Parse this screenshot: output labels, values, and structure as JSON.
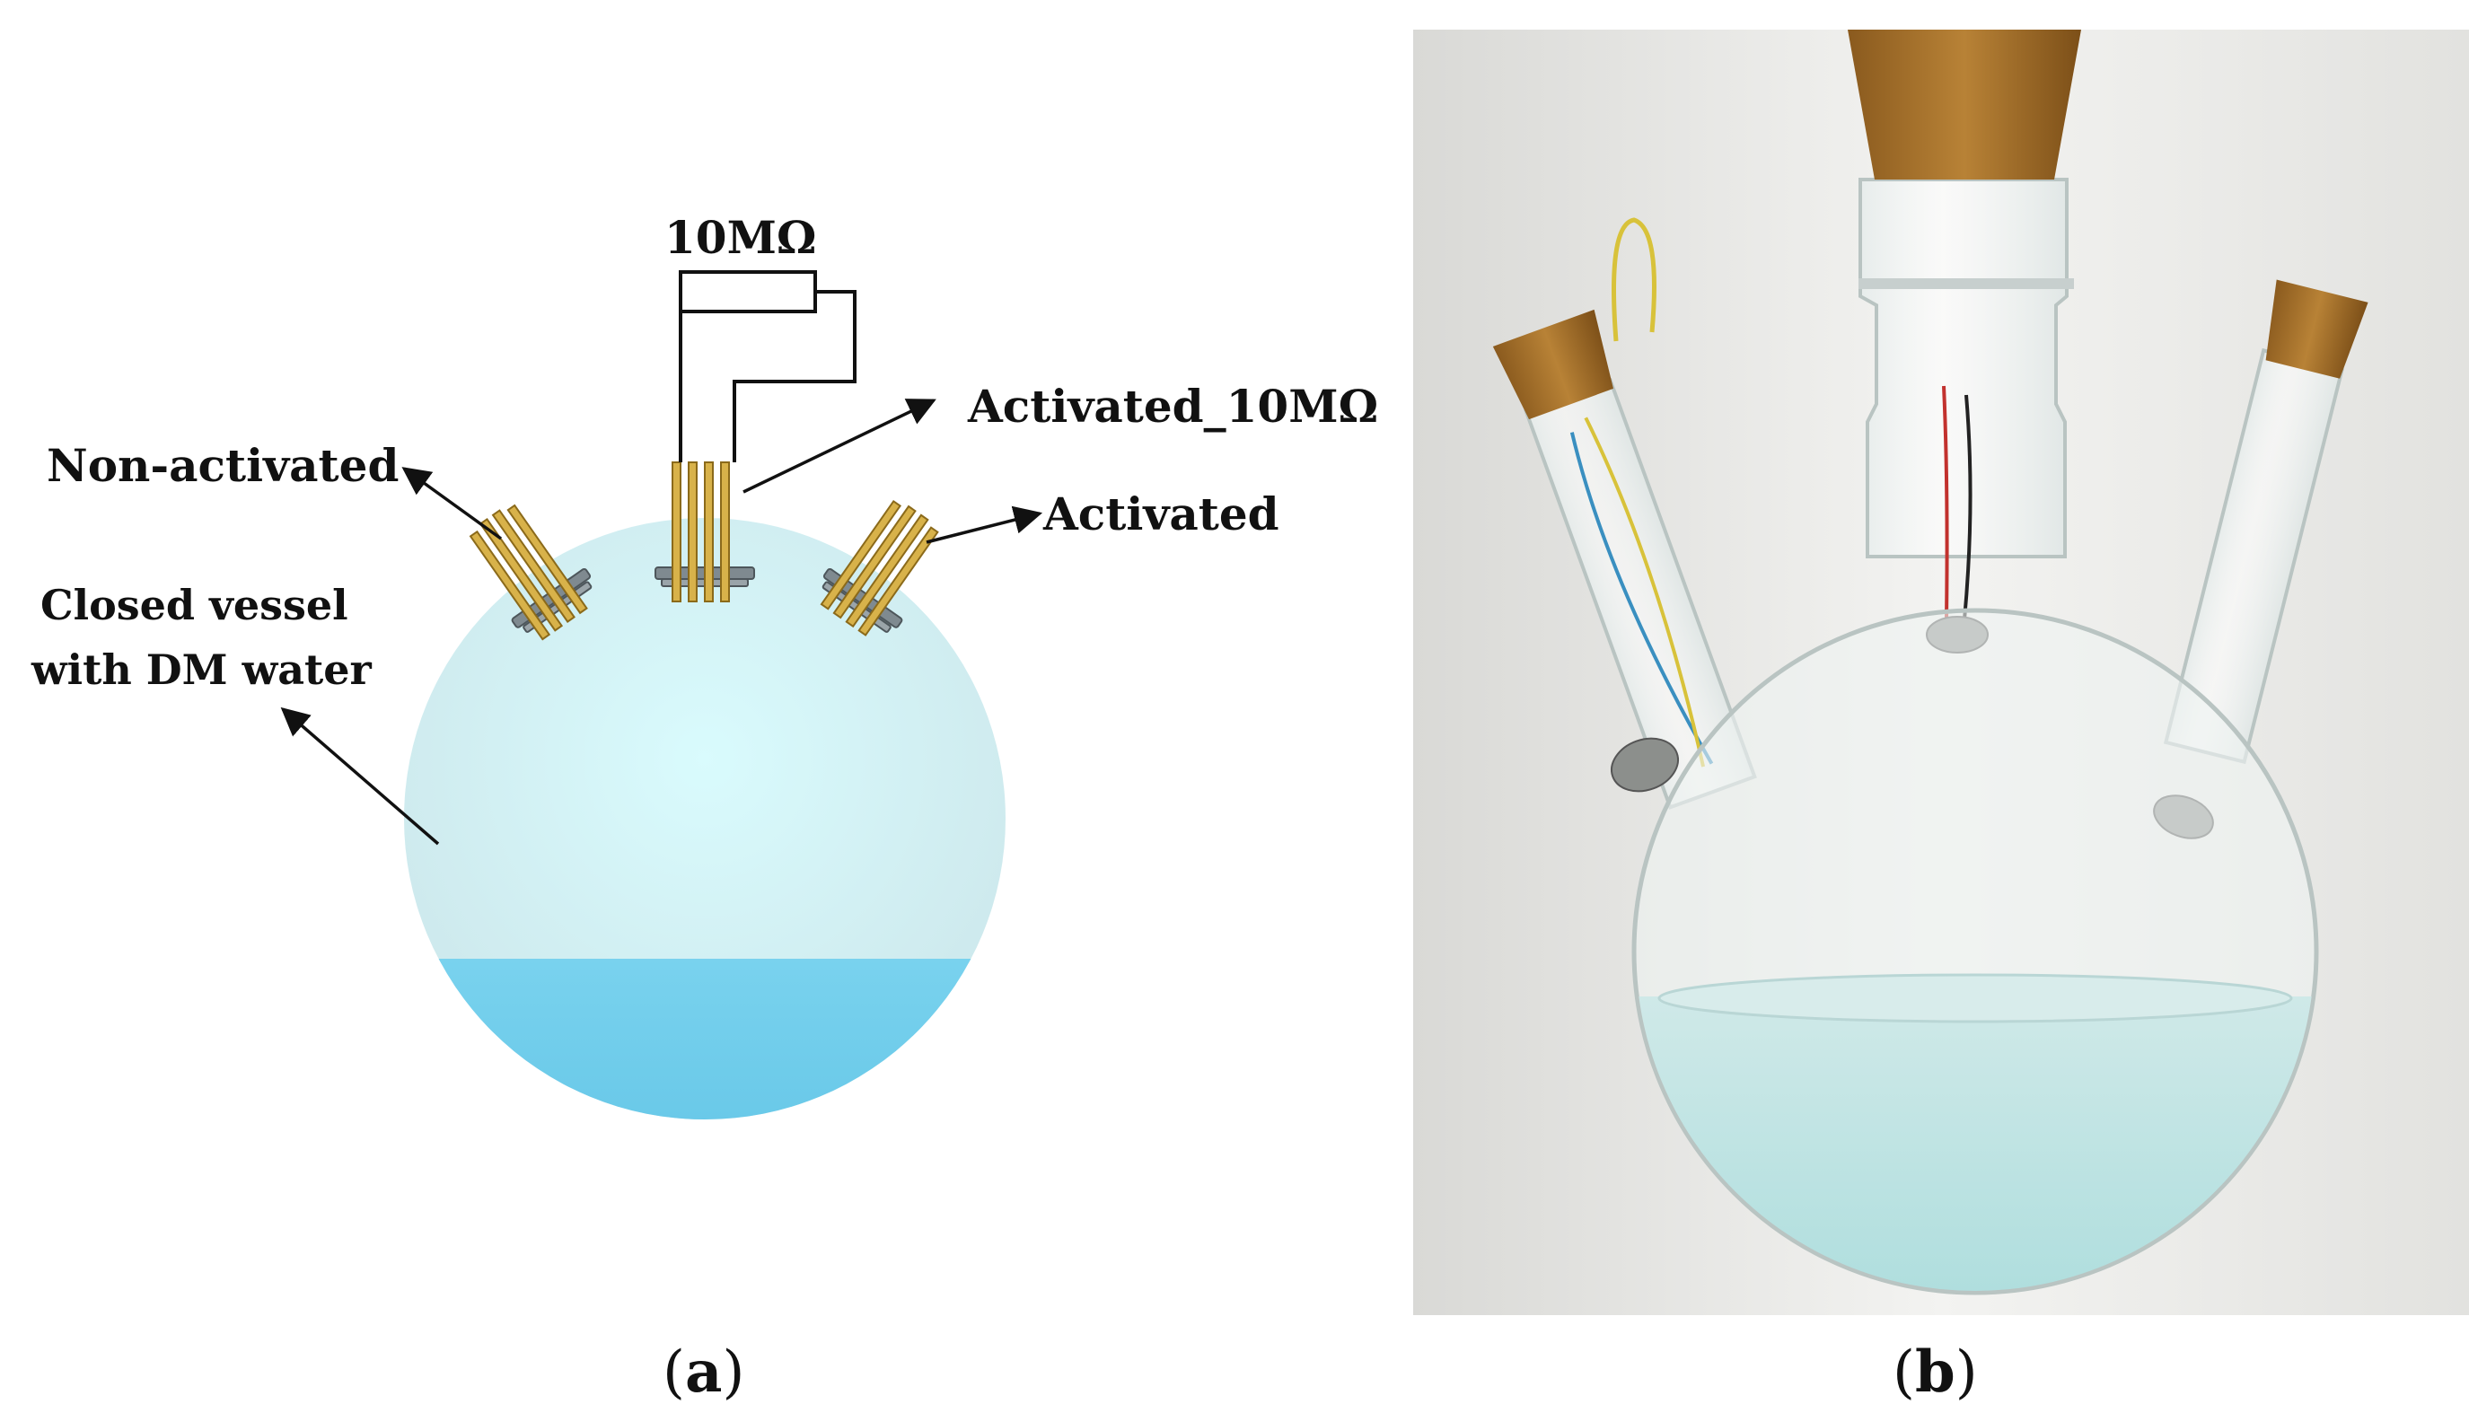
{
  "panel_a": {
    "labels": {
      "resistor": "10MΩ",
      "activated_10m": "Activated_10MΩ",
      "non_activated": "Non-activated",
      "activated": "Activated",
      "vessel_line1": "Closed vessel",
      "vessel_line2": "with DM water"
    },
    "caption": {
      "open": "(",
      "letter": "a",
      "close": ")"
    }
  },
  "panel_b": {
    "caption": {
      "open": "(",
      "letter": "b",
      "close": ")"
    }
  },
  "colors": {
    "vessel_top": "#eaf8fa",
    "vessel_water": "#79d2ee",
    "pin_gold": "#c8a040",
    "cork": "#a8742e"
  }
}
